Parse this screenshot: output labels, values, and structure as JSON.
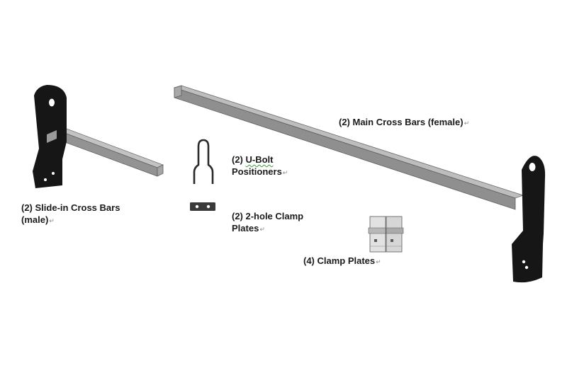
{
  "labels": {
    "main_bars": "(2) Main Cross Bars (female)",
    "ubolt_qty": "(2)",
    "ubolt_name": "U-Bolt",
    "ubolt_line2": "Positioners",
    "slide_line1": "(2) Slide-in Cross Bars",
    "slide_line2": "(male)",
    "clamp2_line1": "(2) 2-hole Clamp",
    "clamp2_line2": "Plates",
    "clamp4": "(4) Clamp Plates"
  },
  "paragraph_mark": "↵",
  "colors": {
    "bracket": "#161616",
    "bar_top": "#b9b9b9",
    "bar_face": "#8e8e8e",
    "bar_edge": "#5e5e5e",
    "plate": "#d4d4d4",
    "text": "#1a1a1a"
  }
}
